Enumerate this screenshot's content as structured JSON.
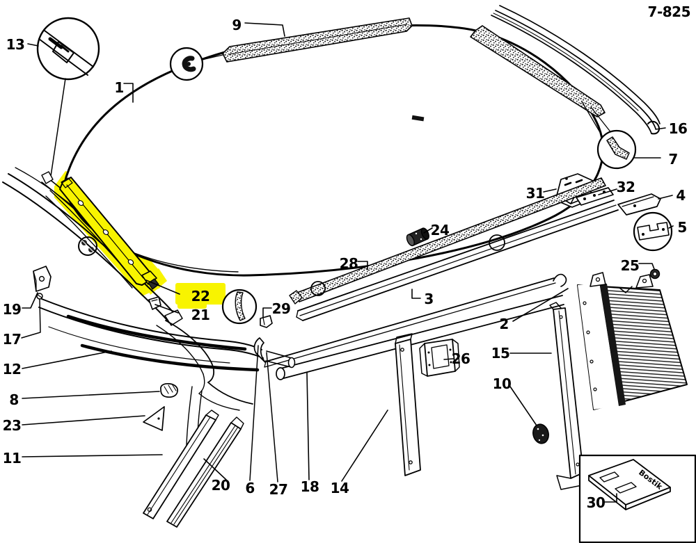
{
  "figure": {
    "code": "7-825",
    "background": "#ffffff",
    "line_color": "#000000",
    "highlight_color": "#f8f400"
  },
  "highlighted_part": {
    "number": "22"
  },
  "inset": {
    "part_number": "30",
    "brand_text": "Bostik"
  },
  "labels": [
    {
      "text": "13",
      "highlighted": false
    },
    {
      "text": "9",
      "highlighted": false
    },
    {
      "text": "1",
      "highlighted": false
    },
    {
      "text": "16",
      "highlighted": false
    },
    {
      "text": "7",
      "highlighted": false
    },
    {
      "text": "31",
      "highlighted": false
    },
    {
      "text": "32",
      "highlighted": false
    },
    {
      "text": "4",
      "highlighted": false
    },
    {
      "text": "5",
      "highlighted": false
    },
    {
      "text": "24",
      "highlighted": false
    },
    {
      "text": "28",
      "highlighted": false
    },
    {
      "text": "3",
      "highlighted": false
    },
    {
      "text": "25",
      "highlighted": false
    },
    {
      "text": "2",
      "highlighted": false
    },
    {
      "text": "22",
      "highlighted": true
    },
    {
      "text": "21",
      "highlighted": false
    },
    {
      "text": "29",
      "highlighted": false
    },
    {
      "text": "19",
      "highlighted": false
    },
    {
      "text": "17",
      "highlighted": false
    },
    {
      "text": "12",
      "highlighted": false
    },
    {
      "text": "8",
      "highlighted": false
    },
    {
      "text": "23",
      "highlighted": false
    },
    {
      "text": "11",
      "highlighted": false
    },
    {
      "text": "20",
      "highlighted": false
    },
    {
      "text": "6",
      "highlighted": false
    },
    {
      "text": "27",
      "highlighted": false
    },
    {
      "text": "18",
      "highlighted": false
    },
    {
      "text": "14",
      "highlighted": false
    },
    {
      "text": "15",
      "highlighted": false
    },
    {
      "text": "26",
      "highlighted": false
    },
    {
      "text": "10",
      "highlighted": false
    },
    {
      "text": "30",
      "highlighted": false
    }
  ]
}
